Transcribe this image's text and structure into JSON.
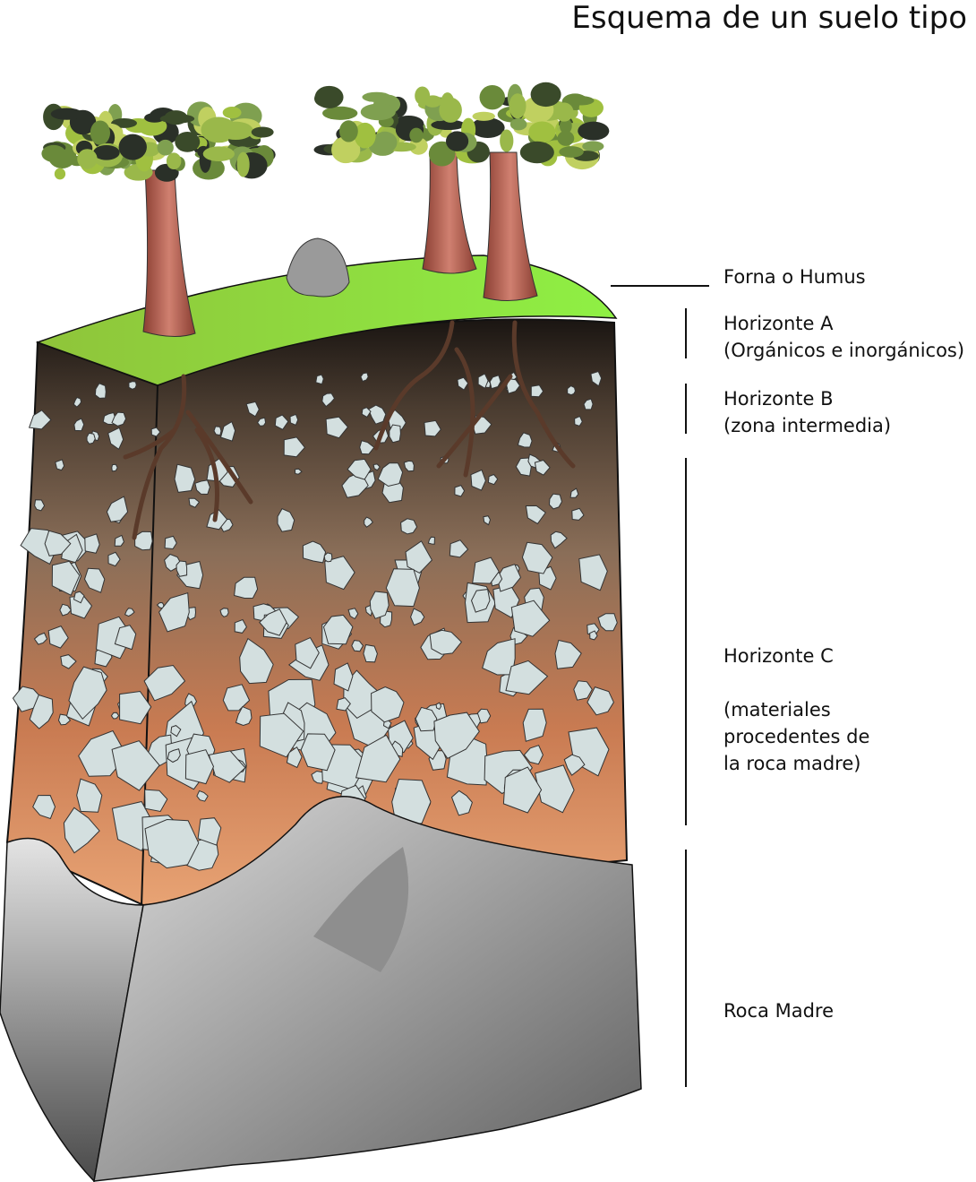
{
  "title": "Esquema de un suelo tipo",
  "labels": {
    "humus": "Forna o Humus",
    "horizon_a": {
      "name": "Horizonte A",
      "desc": "(Orgánicos e inorgánicos)"
    },
    "horizon_b": {
      "name": "Horizonte B",
      "desc": "(zona intermedia)"
    },
    "horizon_c": {
      "name": "Horizonte C",
      "desc1": "(materiales",
      "desc2": "procedentes de",
      "desc3": "la roca madre)"
    },
    "bedrock": "Roca Madre"
  },
  "colors": {
    "grass": "#8fe04a",
    "topsoil": "#3a2f26",
    "subsoil": "#c97b52",
    "rock": "#9a9a9a",
    "pebble": "#d3dfdf",
    "trunk": "#b85c4a"
  }
}
